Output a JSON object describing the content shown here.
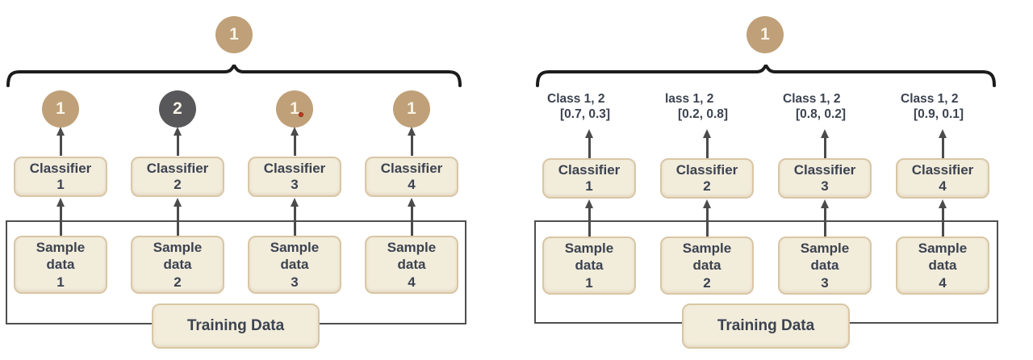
{
  "diagram": {
    "description": "Ensemble voting diagram: left panel majority class voting, right panel probability voting",
    "colors": {
      "circle_tan": "#bfa078",
      "circle_dark": "#58585a",
      "circle_text": "#f8f3e6",
      "box_fill": "#f2ecdb",
      "box_border": "#d9c6a6",
      "text": "#3c4350",
      "line": "#4b4b4b",
      "brace": "#1c1c1c",
      "red_dot": "#c23b22"
    },
    "left": {
      "top_circle": {
        "value": "1",
        "variant": "tan"
      },
      "vote_circles": [
        {
          "value": "1",
          "variant": "tan"
        },
        {
          "value": "2",
          "variant": "dark"
        },
        {
          "value": "1",
          "variant": "tan",
          "has_red_dot": true
        },
        {
          "value": "1",
          "variant": "tan"
        }
      ],
      "classifiers": [
        "Classifier\n1",
        "Classifier\n2",
        "Classifier\n3",
        "Classifier\n4"
      ],
      "samples": [
        "Sample\ndata\n1",
        "Sample\ndata\n2",
        "Sample\ndata\n3",
        "Sample\ndata\n4"
      ],
      "training": "Training Data"
    },
    "right": {
      "top_circle": {
        "value": "1",
        "variant": "tan"
      },
      "predictions": [
        {
          "classes": "Class 1, 2",
          "probs": "[0.7, 0.3]"
        },
        {
          "classes": "lass 1, 2",
          "probs": "[0.2, 0.8]"
        },
        {
          "classes": "Class 1, 2",
          "probs": "[0.8, 0.2]"
        },
        {
          "classes": "Class 1, 2",
          "probs": "[0.9, 0.1]"
        }
      ],
      "classifiers": [
        "Classifier\n1",
        "Classifier\n2",
        "Classifier\n3",
        "Classifier\n4"
      ],
      "samples": [
        "Sample\ndata\n1",
        "Sample\ndata\n2",
        "Sample\ndata\n3",
        "Sample\ndata\n4"
      ],
      "training": "Training Data"
    }
  }
}
